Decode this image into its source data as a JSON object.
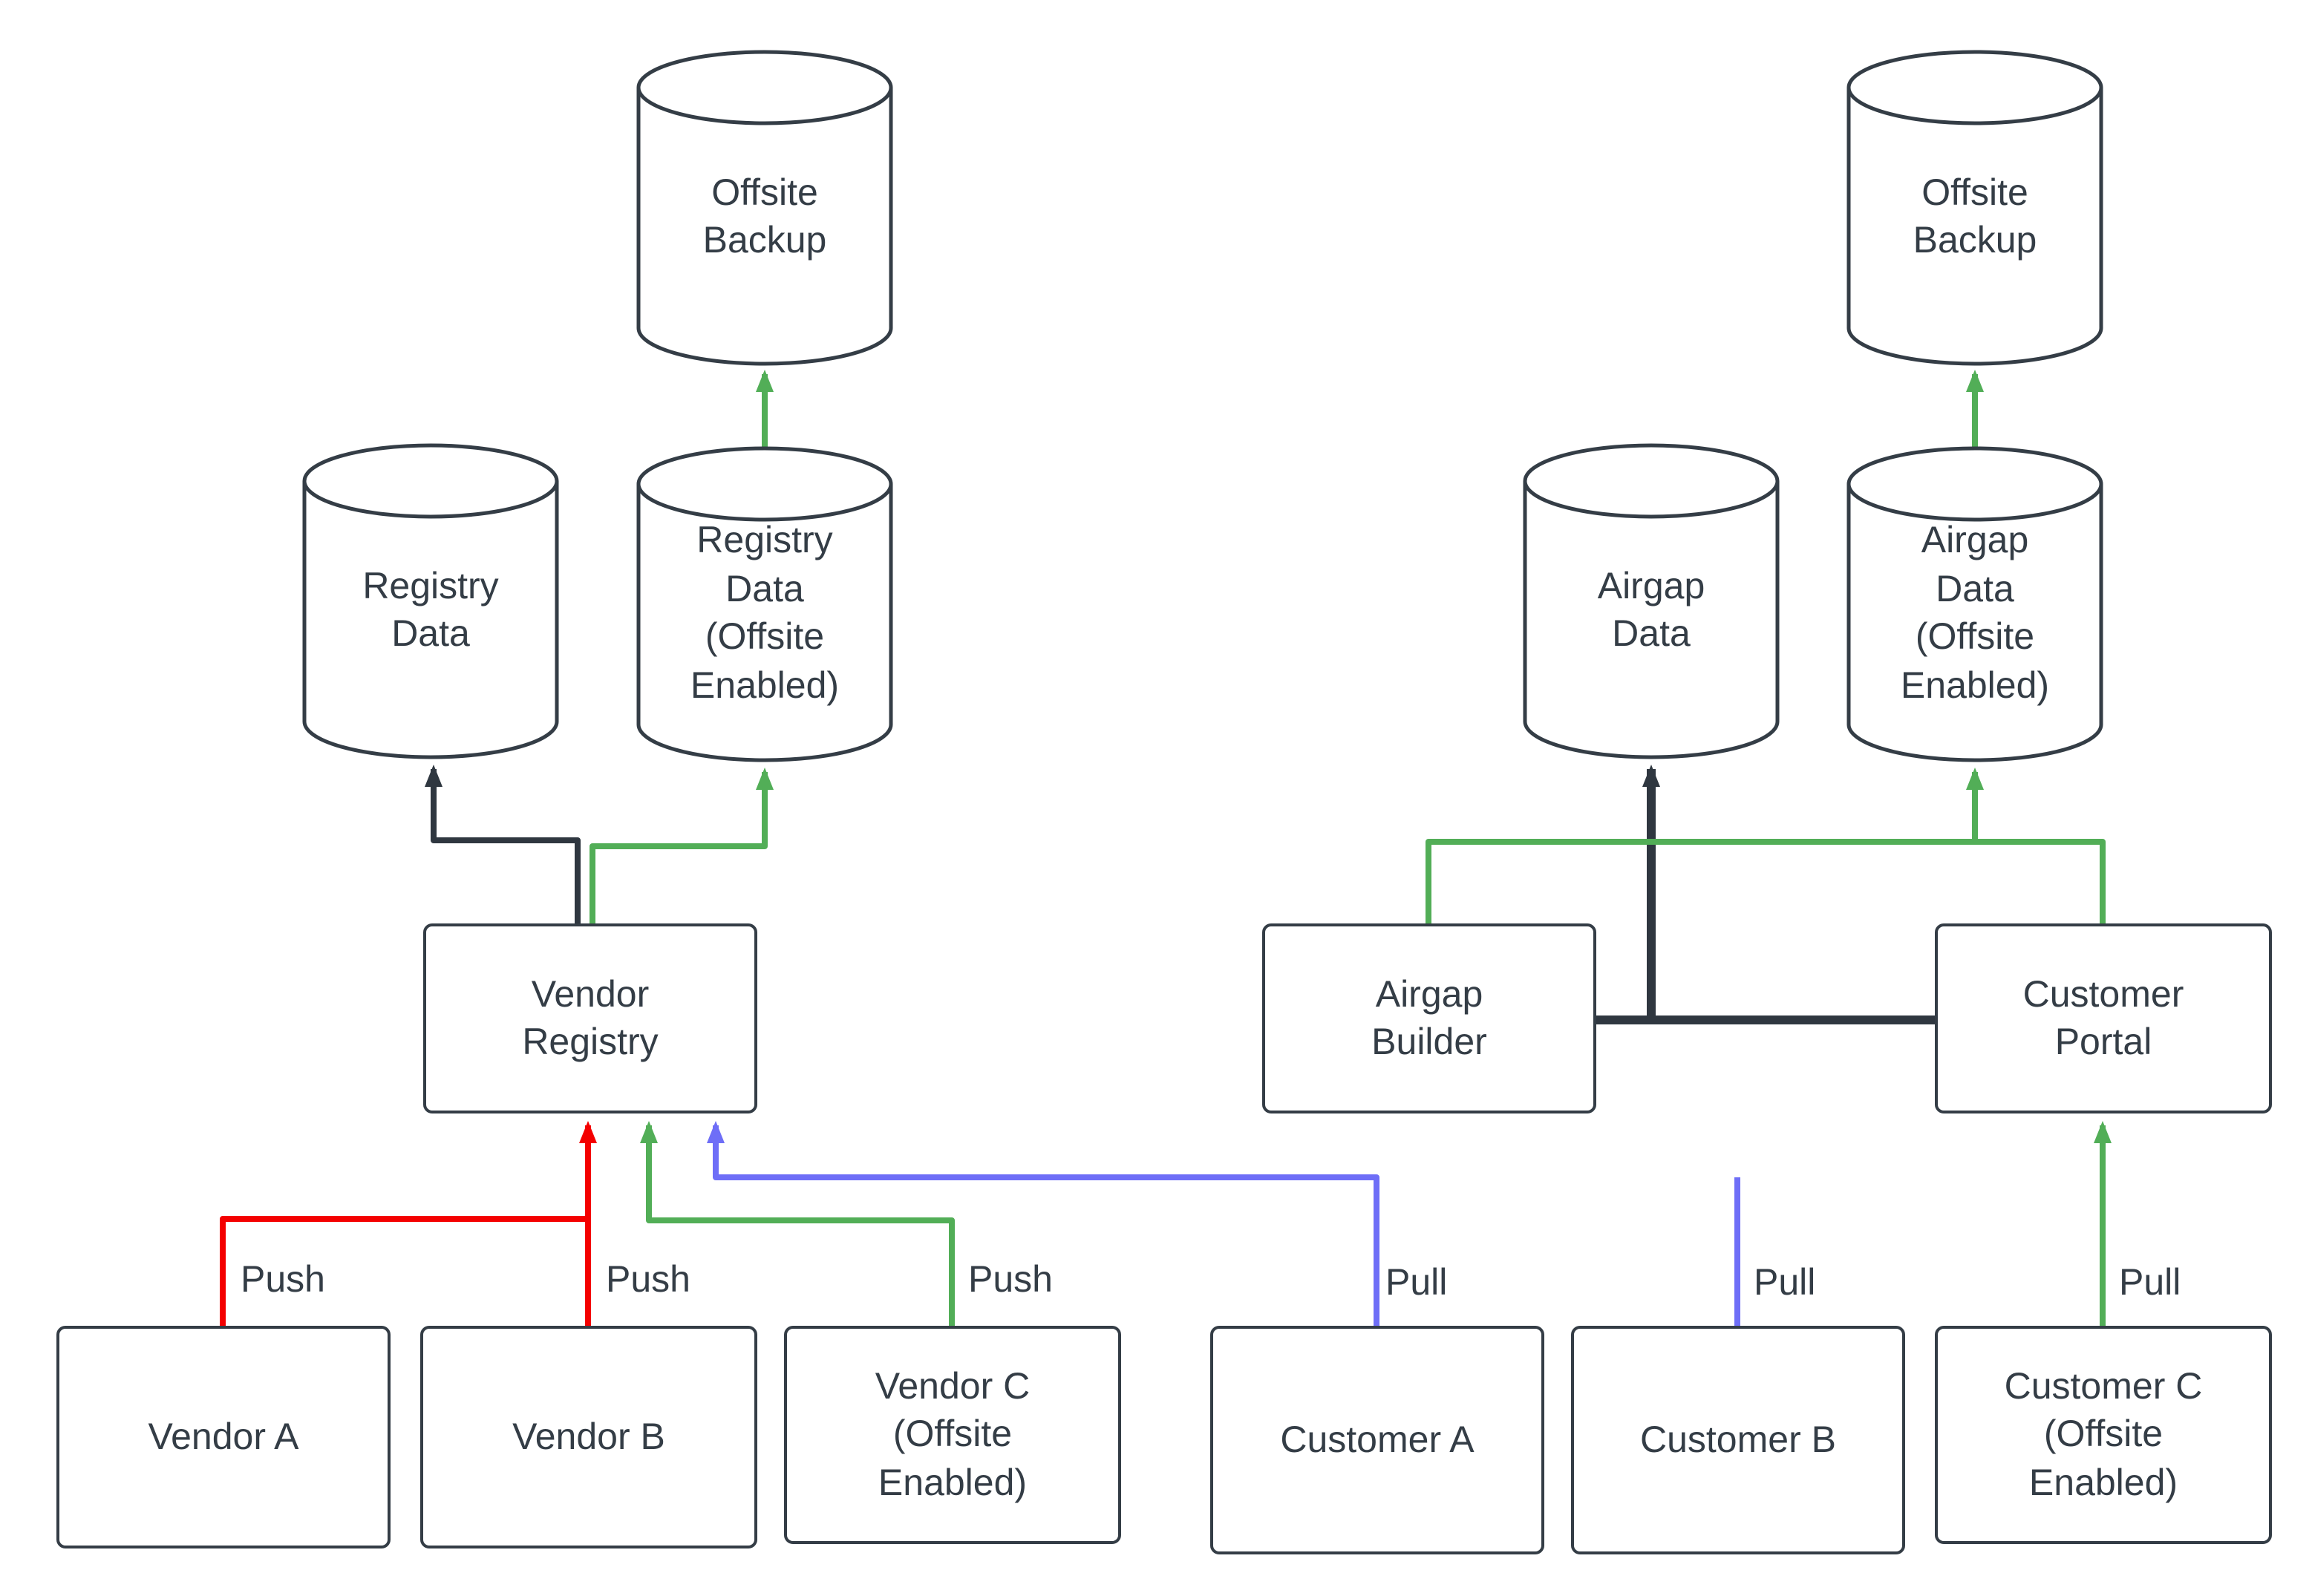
{
  "colors": {
    "background": "#ffffff",
    "stroke": "#343d46",
    "text": "#343d46",
    "green": "#52ae57",
    "red": "#f40000",
    "blue": "#6e6ef7",
    "dark": "#2f3740"
  },
  "nodes": {
    "offsite_backup_left": "Offsite\nBackup",
    "registry_data": "Registry\nData",
    "registry_data_offsite": "Registry\nData\n(Offsite\nEnabled)",
    "vendor_registry": "Vendor\nRegistry",
    "vendor_a": "Vendor A",
    "vendor_b": "Vendor B",
    "vendor_c": "Vendor C\n(Offsite\nEnabled)",
    "offsite_backup_right": "Offsite\nBackup",
    "airgap_data": "Airgap\nData",
    "airgap_data_offsite": "Airgap\nData\n(Offsite\nEnabled)",
    "airgap_builder": "Airgap\nBuilder",
    "customer_portal": "Customer\nPortal",
    "customer_a": "Customer A",
    "customer_b": "Customer B",
    "customer_c": "Customer C\n(Offsite\nEnabled)"
  },
  "edge_labels": {
    "vendor_a_push": "Push",
    "vendor_b_push": "Push",
    "vendor_c_push": "Push",
    "customer_a_pull": "Pull",
    "customer_b_pull": "Pull",
    "customer_c_pull": "Pull"
  }
}
